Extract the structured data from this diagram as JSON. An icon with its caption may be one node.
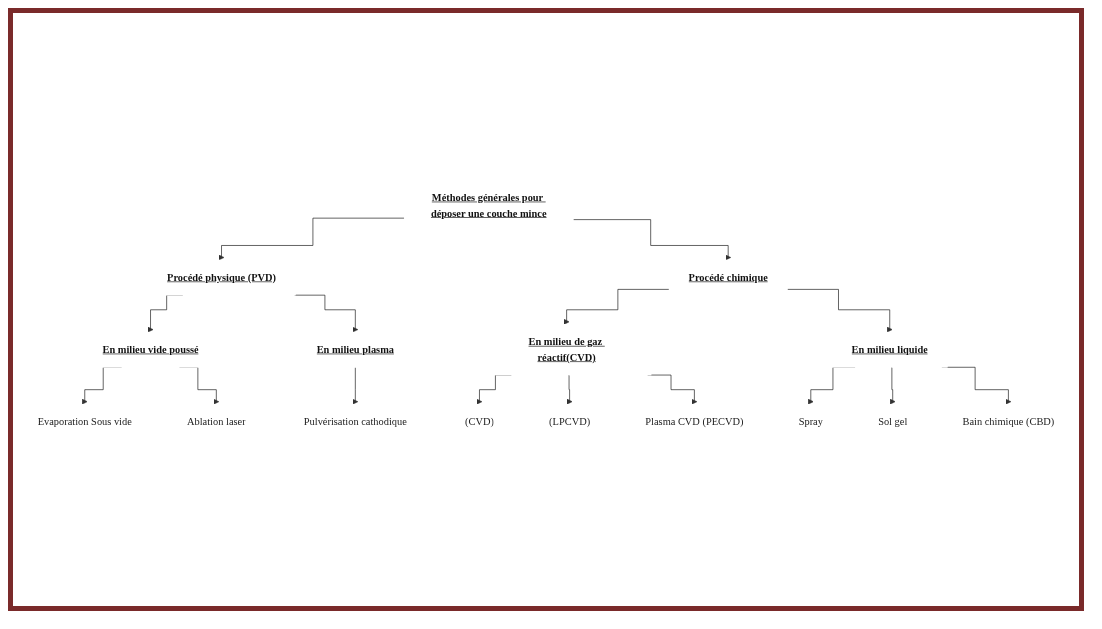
{
  "diagram": {
    "nodes": [
      {
        "text": [
          "Méthodes générales pour déposer une couche mince"
        ]
      },
      {
        "text": [
          "Procédé physique (PVD)"
        ]
      },
      {
        "text": [
          "Procédé chimique"
        ]
      },
      {
        "text": [
          "En milieu vide poussé"
        ]
      },
      {
        "text": [
          "En milieu plasma"
        ]
      },
      {
        "text": [
          "En milieu de gaz réactif(CVD)"
        ]
      },
      {
        "text": [
          "En milieu liquide"
        ]
      },
      {
        "text": [
          "Evaporation Sous vide"
        ]
      },
      {
        "text": [
          "Ablation laser"
        ]
      },
      {
        "text": [
          "Pulvérisation cathodique"
        ]
      },
      {
        "text": [
          "(CVD)"
        ]
      },
      {
        "text": [
          "(LPCVD)"
        ]
      },
      {
        "text": [
          "Plasma CVD (PECVD)"
        ]
      },
      {
        "text": [
          "Spray"
        ]
      },
      {
        "text": [
          "Sol gel"
        ]
      },
      {
        "text": [
          "Bain chimique (CBD)"
        ]
      }
    ],
    "edges": [
      {
        "from": 0,
        "to": 1,
        "arrow": "to"
      },
      {
        "from": 0,
        "to": 2,
        "arrow": "to"
      },
      {
        "from": 1,
        "to": 3,
        "arrow": "to"
      },
      {
        "from": 1,
        "to": 4,
        "arrow": "to"
      },
      {
        "from": 2,
        "to": 5,
        "arrow": "to"
      },
      {
        "from": 2,
        "to": 6,
        "arrow": "to"
      },
      {
        "from": 3,
        "to": 7,
        "arrow": "to"
      },
      {
        "from": 3,
        "to": 8,
        "arrow": "to"
      },
      {
        "from": 4,
        "to": 9,
        "arrow": "to"
      },
      {
        "from": 5,
        "to": 10,
        "arrow": "to"
      },
      {
        "from": 5,
        "to": 11,
        "arrow": "to"
      },
      {
        "from": 5,
        "to": 12,
        "arrow": "to"
      },
      {
        "from": 6,
        "to": 13,
        "arrow": "to"
      },
      {
        "from": 6,
        "to": 14,
        "arrow": "to"
      },
      {
        "from": 6,
        "to": 15,
        "arrow": "to"
      }
    ]
  }
}
